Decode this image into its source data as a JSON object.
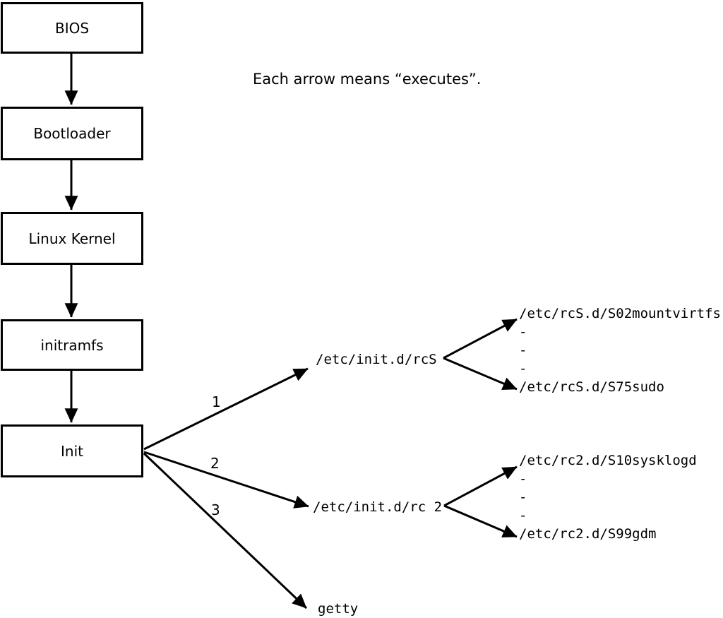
{
  "diagram": {
    "caption": "Each arrow means “executes”.",
    "boxes": [
      {
        "label": "BIOS"
      },
      {
        "label": "Bootloader"
      },
      {
        "label": "Linux Kernel"
      },
      {
        "label": "initramfs"
      },
      {
        "label": "Init"
      }
    ],
    "edge_labels": [
      "1",
      "2",
      "3"
    ],
    "targets": {
      "rcS": "/etc/init.d/rcS",
      "rc2": "/etc/init.d/rc 2",
      "getty": "getty"
    },
    "rcS_children": [
      "/etc/rcS.d/S02mountvirtfs",
      "-",
      "-",
      "-",
      "/etc/rcS.d/S75sudo"
    ],
    "rc2_children": [
      "/etc/rc2.d/S10sysklogd",
      "-",
      "-",
      "-",
      "/etc/rc2.d/S99gdm"
    ],
    "colors": {
      "ink": "#000000",
      "background": "#ffffff"
    }
  }
}
